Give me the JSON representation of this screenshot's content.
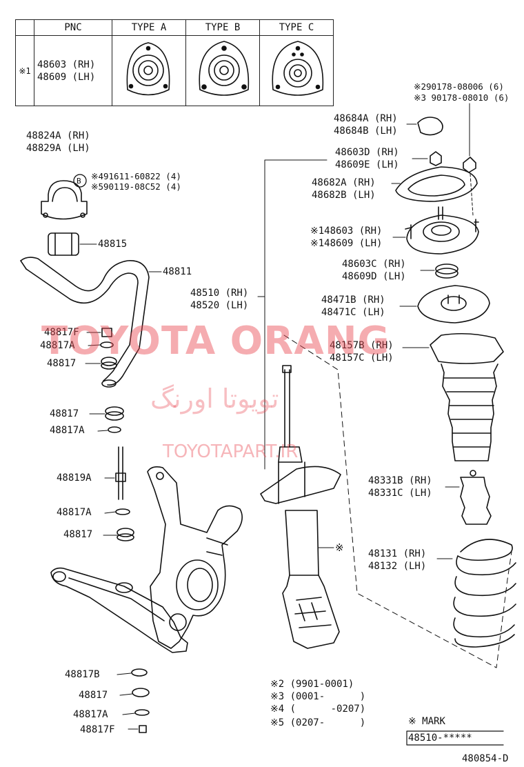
{
  "table": {
    "col_marker": "",
    "col_pnc": "PNC",
    "col_type_a": "TYPE A",
    "col_type_b": "TYPE B",
    "col_type_c": "TYPE C",
    "row_marker": "※1",
    "row_pnc_rh": "48603 (RH)",
    "row_pnc_lh": "48609 (LH)"
  },
  "labels": {
    "stab_bracket_rh": "48824A (RH)",
    "stab_bracket_lh": "48829A (LH)",
    "bolt_b_icon": "B",
    "bolt_4": "※491611-60822 (4)",
    "bolt_5": "※590119-08C52 (4)",
    "bushing": "48815",
    "stab_bar": "48811",
    "p48817F_a": "48817F",
    "p48817A_a": "48817A",
    "p48817_a": "48817",
    "p48817_b": "48817",
    "p48817A_b": "48817A",
    "link": "48819A",
    "p48817A_c": "48817A",
    "p48817_c": "48817",
    "p48817B": "48817B",
    "p48817_d": "48817",
    "p48817A_d": "48817A",
    "p48817F_b": "48817F",
    "strut_rh": "48510 (RH)",
    "strut_lh": "48520 (LH)",
    "nut2": "※290178-08006 (6)",
    "nut3": "※3 90178-08010 (6)",
    "cap_rh": "48684A (RH)",
    "cap_lh": "48684B (LH)",
    "nut_rh": "48603D (RH)",
    "nut_lh": "48609E (LH)",
    "plate_rh": "48682A (RH)",
    "plate_lh": "48682B (LH)",
    "support_rh": "※148603 (RH)",
    "support_lh": "※148609 (LH)",
    "bearing_rh": "48603C (RH)",
    "bearing_lh": "48609D (LH)",
    "seat_rh": "48471B (RH)",
    "seat_lh": "48471C (LH)",
    "boot_rh": "48157B (RH)",
    "boot_lh": "48157C (LH)",
    "bumper_rh": "48331B (RH)",
    "bumper_lh": "48331C (LH)",
    "spring_rh": "48131 (RH)",
    "spring_lh": "48132 (LH)",
    "strut_mark": "※",
    "note2": "※2 (9901-0001)",
    "note3": "※3 (0001-      )",
    "note4": "※4 (      -0207)",
    "note5": "※5 (0207-      )",
    "mark_title": "※ MARK",
    "mark_value": "48510-*****",
    "diagram_id": "480854-D"
  },
  "watermark": {
    "latin": "TOYOTA ORANG",
    "persian": "تویوتا اورنگ",
    "url": "TOYOTAPART.IR",
    "color": "#e84650"
  }
}
